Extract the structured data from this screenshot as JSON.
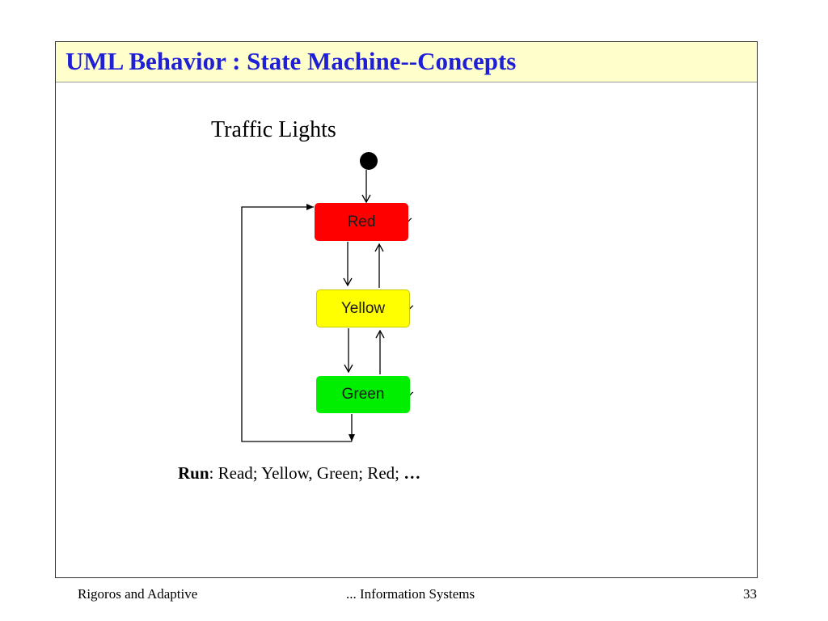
{
  "slide": {
    "title": "UML Behavior : State Machine--Concepts"
  },
  "diagram": {
    "title": "Traffic Lights",
    "states": [
      {
        "id": "red",
        "label": "Red",
        "color": "#ff0000"
      },
      {
        "id": "yellow",
        "label": "Yellow",
        "color": "#ffff00"
      },
      {
        "id": "green",
        "label": "Green",
        "color": "#00ee00"
      }
    ]
  },
  "run": {
    "label": "Run",
    "sequence": ": Read; Yellow, Green; Red; ",
    "ellipsis": "…"
  },
  "footer": {
    "left": "Rigoros and Adaptive",
    "center": "... Information Systems",
    "page_number": "33"
  },
  "colors": {
    "title_bar": "#ffffcc",
    "title_text": "#1f1fd6"
  }
}
